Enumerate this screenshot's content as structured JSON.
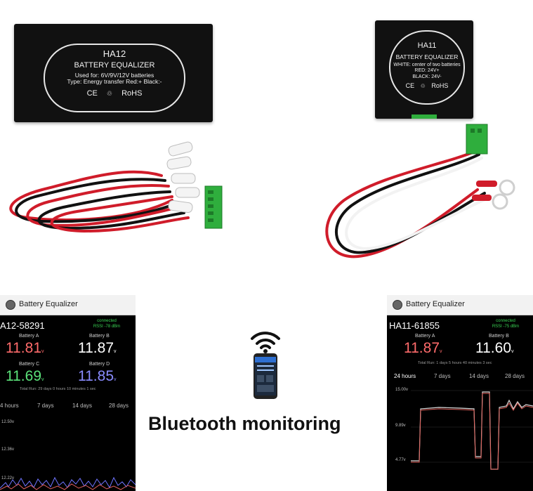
{
  "ha12": {
    "model": "HA12",
    "name": "BATTERY EQUALIZER",
    "line1": "Used for:  6V/9V/12V batteries",
    "line2": "Type: Energy transfer   Red:+ Black:-",
    "cert_ce": "CE",
    "cert_rohs": "RoHS"
  },
  "ha11": {
    "model": "HA11",
    "name": "BATTERY EQUALIZER",
    "line1": "WHITE: center of two batteries",
    "line2": "RED: 24V+",
    "line3": "BLACK: 24V-",
    "cert_ce": "CE",
    "cert_rohs": "RoHS"
  },
  "left_phone": {
    "app_title": "Battery Equalizer",
    "device_id": "A12-58291",
    "connected": "connected",
    "rssi": "RSSI -78 dBm",
    "batteries": [
      {
        "label": "Battery A",
        "value": "11.81",
        "unit": "v",
        "color": "#ff6b6b"
      },
      {
        "label": "Battery B",
        "value": "11.87",
        "unit": "v",
        "color": "#ffffff"
      },
      {
        "label": "Battery C",
        "value": "11.69",
        "unit": "v",
        "color": "#5be37a"
      },
      {
        "label": "Battery D",
        "value": "11.85",
        "unit": "v",
        "color": "#8a8cff"
      }
    ],
    "total_run": "Total Run: 29 days 0 hours 10 minutes 1 sec",
    "tabs": [
      "4 hours",
      "7 days",
      "14 days",
      "28 days"
    ],
    "y_labels": [
      "12.50v",
      "12.36v",
      "12.22v"
    ]
  },
  "right_phone": {
    "app_title": "Battery Equalizer",
    "device_id": "HA11-61855",
    "connected": "connected",
    "rssi": "RSSI -75 dBm",
    "batteries": [
      {
        "label": "Battery A",
        "value": "11.87",
        "unit": "v",
        "color": "#ff6b6b"
      },
      {
        "label": "Battery B",
        "value": "11.60",
        "unit": "v",
        "color": "#ffffff"
      }
    ],
    "total_run": "Total Run: 1 days 5 hours 40 minutes 3 sec",
    "tabs": [
      "24 hours",
      "7 days",
      "14 days",
      "28 days"
    ],
    "y_labels": [
      "15.00v",
      "9.89v",
      "4.77v"
    ]
  },
  "bluetooth_caption": "Bluetooth monitoring"
}
